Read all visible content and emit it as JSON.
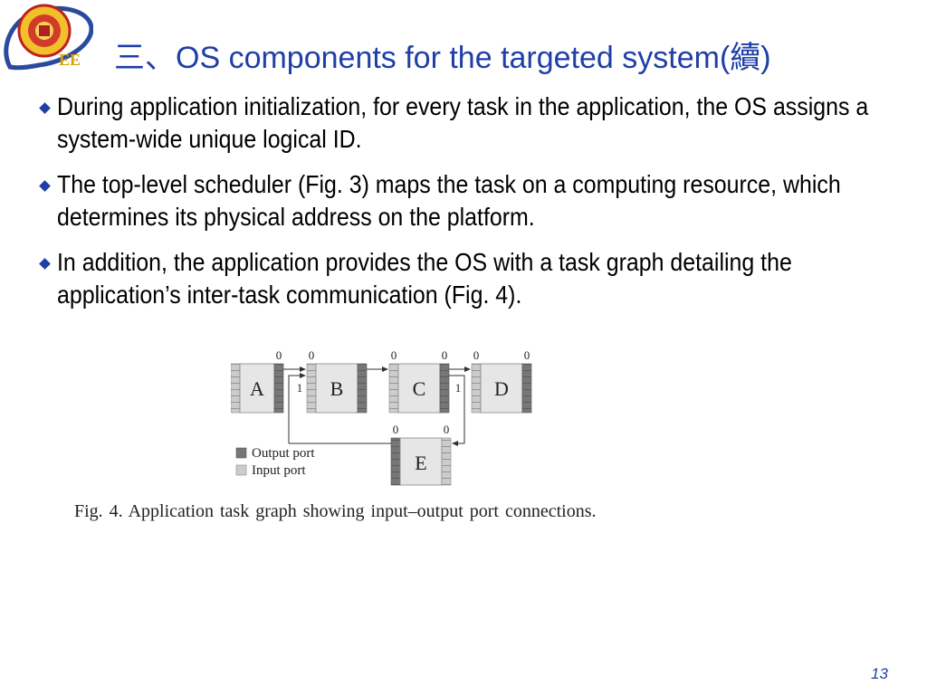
{
  "slide": {
    "title": "三、OS components for the targeted system(續)",
    "page_number": "13"
  },
  "logo": {
    "text": "EE"
  },
  "bullets": [
    {
      "text": "During application initialization, for every task in the application, the OS assigns a system-wide unique logical ID."
    },
    {
      "text": "The top-level scheduler (Fig. 3) maps the task on a computing resource, which determines its physical address on the platform."
    },
    {
      "text": "In addition, the application provides the OS with a task graph detailing the application’s inter-task communication (Fig. 4)."
    }
  ],
  "figure": {
    "caption": "Fig. 4.  Application task graph showing input–output port connections.",
    "tasks": {
      "a": "A",
      "b": "B",
      "c": "C",
      "d": "D",
      "e": "E"
    },
    "port_labels": {
      "a_out": "0",
      "b_in": "0",
      "b_out_1": "1",
      "c_in": "0",
      "c_out": "0",
      "c_out_1": "1",
      "d_in": "0",
      "d_out": "0",
      "e_in": "0",
      "e_out": "0"
    },
    "legend": {
      "output": "Output port",
      "input": "Input port"
    },
    "colors": {
      "output_port": "#777777",
      "input_port": "#cccccc",
      "task_box": "#e6e6e6"
    }
  },
  "colors": {
    "accent": "#1f3fa6"
  }
}
